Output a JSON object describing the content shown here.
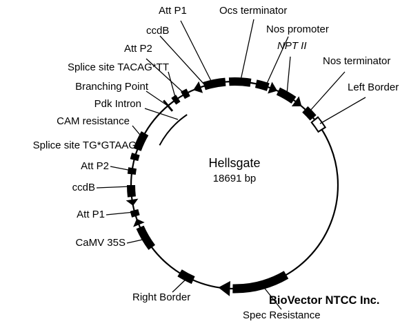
{
  "title": {
    "name": "Hellsgate",
    "size": "18691 bp"
  },
  "watermark": "BioVector NTCC Inc.",
  "labels": {
    "att_p1_top": "Att P1",
    "ocs_terminator": "Ocs terminator",
    "ccdb_top": "ccdB",
    "nos_promoter": "Nos promoter",
    "att_p2_top": "Att P2",
    "npt2": "NPT II",
    "splice_tacag": "Splice site TACAG*TT",
    "nos_terminator": "Nos terminator",
    "branching_point": "Branching Point",
    "left_border": "Left Border",
    "pdk_intron": "Pdk Intron",
    "cam_resistance": "CAM resistance",
    "splice_tg": "Splice site TG*GTAAG",
    "att_p2_left": "Att P2",
    "ccdb_left": "ccdB",
    "att_p1_left": "Att P1",
    "camv_35s": "CaMV 35S",
    "right_border": "Right Border",
    "spec_resistance": "Spec Resistance"
  },
  "colors": {
    "feature": "#000000",
    "background": "#ffffff"
  }
}
